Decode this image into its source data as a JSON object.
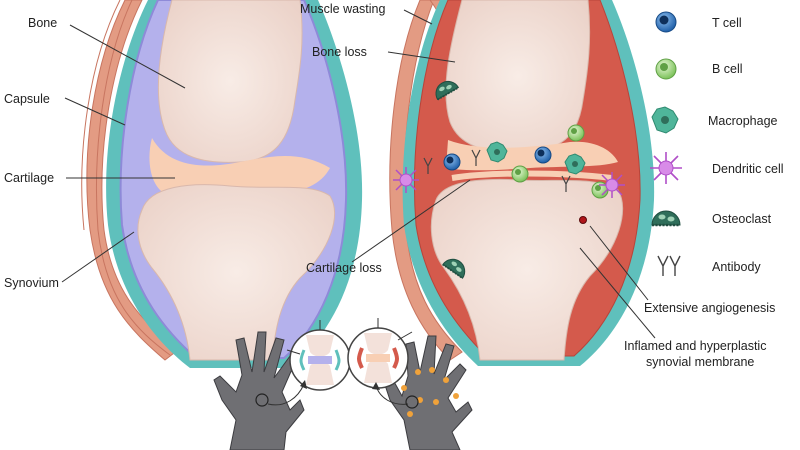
{
  "labels": {
    "bone": "Bone",
    "capsule": "Capsule",
    "cartilage": "Cartilage",
    "synovium": "Synovium",
    "muscle_wasting": "Muscle wasting",
    "bone_loss": "Bone loss",
    "cartilage_loss": "Cartilage loss",
    "extensive_angiogenesis": "Extensive  angiogenesis",
    "inflamed_line1": "Inflamed and hyperplastic",
    "inflamed_line2": "synovial membrane"
  },
  "legend": [
    {
      "label": "T cell",
      "icon": "t-cell-icon",
      "color": "#1f5fa8"
    },
    {
      "label": "B cell",
      "icon": "b-cell-icon",
      "color": "#8fcf6a"
    },
    {
      "label": "Macrophage",
      "icon": "macrophage-icon",
      "color": "#4fb59a"
    },
    {
      "label": "Dendritic  cell",
      "icon": "dendritic-cell-icon",
      "color": "#b04fc8"
    },
    {
      "label": "Osteoclast",
      "icon": "osteoclast-icon",
      "color": "#2f6e5a"
    },
    {
      "label": "Antibody",
      "icon": "antibody-icon",
      "color": "#444444"
    }
  ],
  "colors": {
    "bone": "#f3e1da",
    "cartilage": "#f8cfb4",
    "synovial_fluid": "#b4b1ec",
    "capsule": "#5fc0bc",
    "muscle": "#dd8f76",
    "inflamed": "#d45a4c"
  }
}
